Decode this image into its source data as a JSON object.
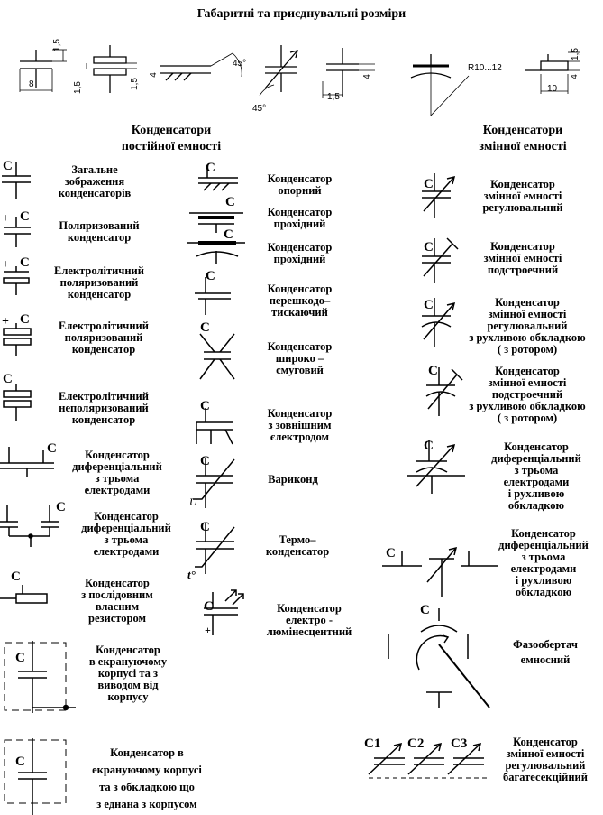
{
  "title": "Габаритні та приєднувальні розміри",
  "dimensions": [
    "1,5",
    "8",
    "1,5",
    "1,5",
    "4",
    "45°",
    "45°",
    "4",
    "1,5",
    "R10...12",
    "1,5",
    "4",
    "10"
  ],
  "headers": {
    "constant": "Конденсатори\nпостійної емності",
    "variable": "Конденсатори\nзмінної емності"
  },
  "symbol_letters": {
    "c": "C",
    "plus": "+",
    "u": "U",
    "t": "t°",
    "c1": "C1",
    "c2": "C2",
    "c3": "C3"
  },
  "col1": [
    "Загальне\nзображення\nконденсаторів",
    "Поляризований\nконденсатор",
    "Електролітичний\nполяризований\nконденсатор",
    "Електролітичний\nполяризований\nконденсатор",
    "Електролітичний\nнеполяризований\nконденсатор",
    "Конденсатор\nдиференціальний\nз трьома\nелектродами",
    "Конденсатор\nдиференціальний\nз трьома\nелектродами",
    "Конденсатор\nз послідовним\nвласним\nрезистором",
    "Конденсатор\nв екрануючому\nкорпусі та з\nвиводом від\nкорпусу",
    "Конденсатор в\nекрануючому корпусі\nта з обкладкою що\nз еднана з корпусом"
  ],
  "col2": [
    "Конденсатор\nопорний",
    "Конденсатор\nпрохідний",
    "Конденсатор\nпрохідний",
    "Конденсатор\nперешкодо–\nтискаючий",
    "Конденсатор\nшироко –\nсмуговий",
    "Конденсатор\nз зовнішним\nєлектродом",
    "Вариконд",
    "Термо–\nконденсатор",
    "Конденсатор\nелектро -\nлюмінесцентний"
  ],
  "col3": [
    "Конденсатор\nзмінної емності\nрегулювальний",
    "Конденсатор\nзмінної емності\nподстроечний",
    "Конденсатор\nзмінної емності\nрегулювальний\nз рухливою обкладкою\n( з ротором)",
    "Конденсатор\nзмінної емності\nподстроечний\nз рухливою обкладкою\n( з ротором)",
    "Конденсатор\nдиференціальний\nз трьома\nелектродами\nі рухливою\nобкладкою",
    "Конденсатор\nдиференціальний\nз трьома\nелектродами\nі рухливою\nобкладкою",
    "Фазообертач\nемносний",
    "Конденсатор\nзмінної емності\nрегулювальний\nбагатесекційний"
  ]
}
